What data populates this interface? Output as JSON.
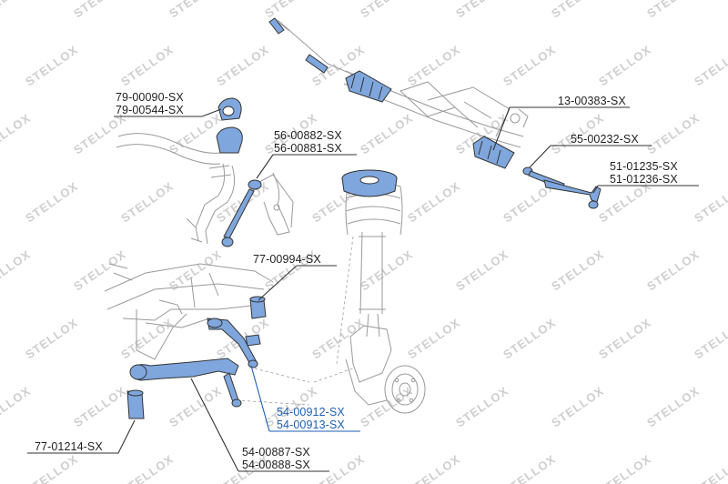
{
  "watermark": {
    "text": "STELLOX"
  },
  "labels": {
    "l79a": "79-00090-SX",
    "l79b": "79-00544-SX",
    "l56a": "56-00882-SX",
    "l56b": "56-00881-SX",
    "l13": "13-00383-SX",
    "l55": "55-00232-SX",
    "l51a": "51-01235-SX",
    "l51b": "51-01236-SX",
    "l77a": "77-00994-SX",
    "l54a": "54-00912-SX",
    "l54b": "54-00913-SX",
    "l77b": "77-01214-SX",
    "l54c": "54-00887-SX",
    "l54d": "54-00888-SX"
  },
  "colors": {
    "highlight": "#1d5fb4",
    "part_fill": "#7fa7de",
    "line": "#333333",
    "sketch": "#9a9a9a",
    "watermark": "#cfcfcf"
  }
}
